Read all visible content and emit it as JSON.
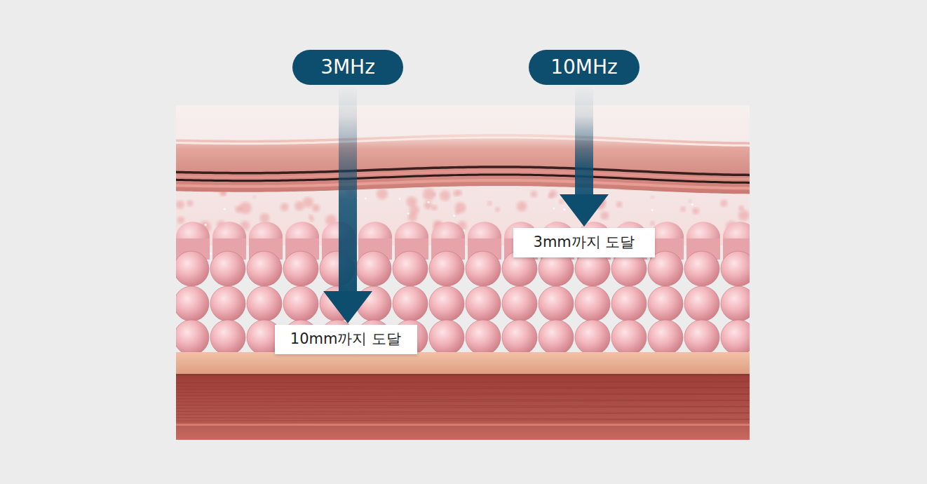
{
  "diagram": {
    "nodes": [
      {
        "text": [
          "3MHz"
        ]
      },
      {
        "text": [
          "10MHz"
        ]
      },
      {
        "text": [
          "3mm까지 도달"
        ]
      },
      {
        "text": [
          "10mm까지 도달"
        ]
      }
    ],
    "edges": [
      {
        "from": 0,
        "to": 3,
        "arrow": "to"
      },
      {
        "from": 1,
        "to": 2,
        "arrow": "to"
      }
    ]
  }
}
